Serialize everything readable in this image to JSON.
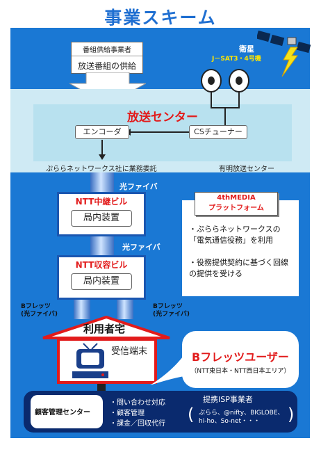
{
  "title": "事業スキーム",
  "supplier": {
    "header": "番組供給事業者",
    "body": "放送番組の供給"
  },
  "satellite": {
    "label1": "衛星",
    "label2": "J－SAT3・4号機"
  },
  "center": {
    "title": "放送センター",
    "encoder": "エンコーダ",
    "tuner": "CSチューナー",
    "note_left": "ぷららネットワークス社に業務委託",
    "note_right": "有明放送センター"
  },
  "fiber1": "光ファイバ",
  "fiber2": "光ファイバ",
  "relay": {
    "title": "NTT中継ビル",
    "device": "局内装置"
  },
  "accommodation": {
    "title": "NTT収容ビル",
    "device": "局内装置"
  },
  "bflets_left": "Bフレッツ\n(光ファイバ)",
  "bflets_right": "Bフレッツ\n(光ファイバ)",
  "home": {
    "title": "利用者宅",
    "terminal": "受信端末"
  },
  "platform": {
    "title_line1": "4thMEDIA",
    "title_line2": "プラットフォーム",
    "bullet1": "・ぷららネットワークスの「電気通信役務」を利用",
    "bullet2": "・役務提供契約に基づく回線の提供を受ける"
  },
  "bflets_user": {
    "title": "Bフレッツユーザー",
    "sub": "（NTT東日本・NTT西日本エリア）"
  },
  "customer": {
    "title": "顧客管理センター",
    "items": [
      "・問い合わせ対応",
      "・顧客管理",
      "・課金／回収代行"
    ]
  },
  "isp": {
    "title": "提携ISP事業者",
    "body": "ぷらら、@nifty、BIGLOBE、hi-ho、So-net・・・"
  },
  "colors": {
    "brand_blue": "#1a78d4",
    "accent_red": "#e21b1b",
    "cyan": "#cfeaf4"
  }
}
